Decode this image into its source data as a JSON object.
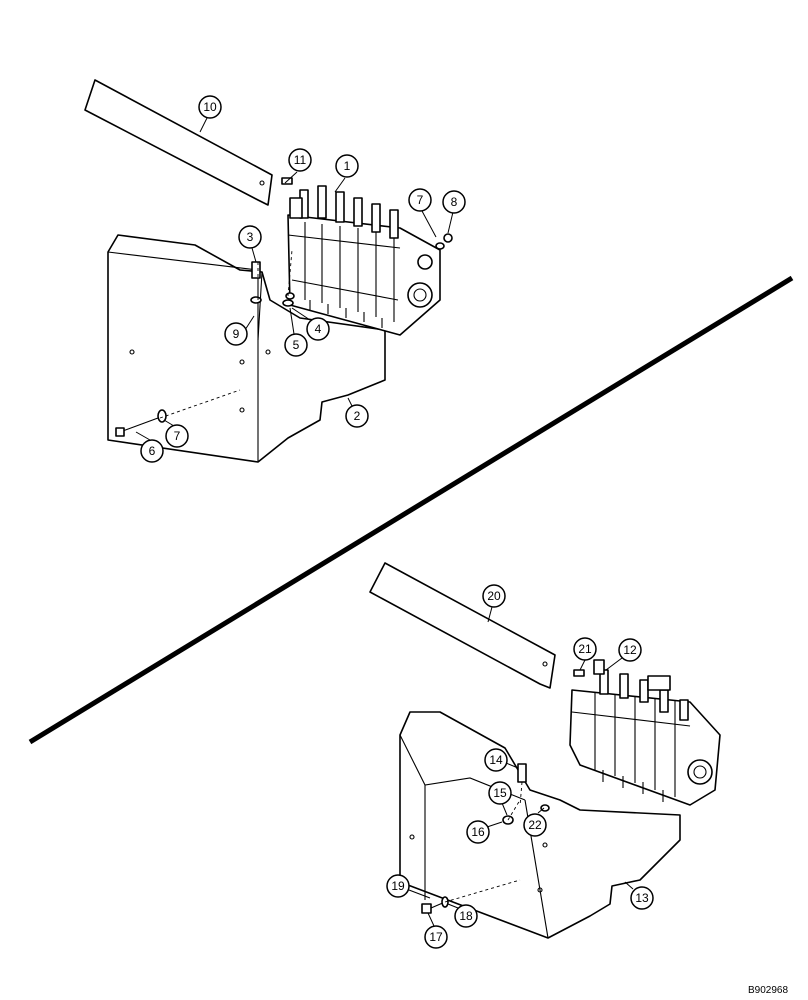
{
  "drawing_number": "B902968",
  "callouts_upper": [
    "1",
    "2",
    "3",
    "4",
    "5",
    "6",
    "7",
    "7",
    "8",
    "9",
    "10",
    "11"
  ],
  "callouts_lower": [
    "12",
    "13",
    "14",
    "15",
    "16",
    "17",
    "18",
    "19",
    "20",
    "21",
    "22"
  ]
}
